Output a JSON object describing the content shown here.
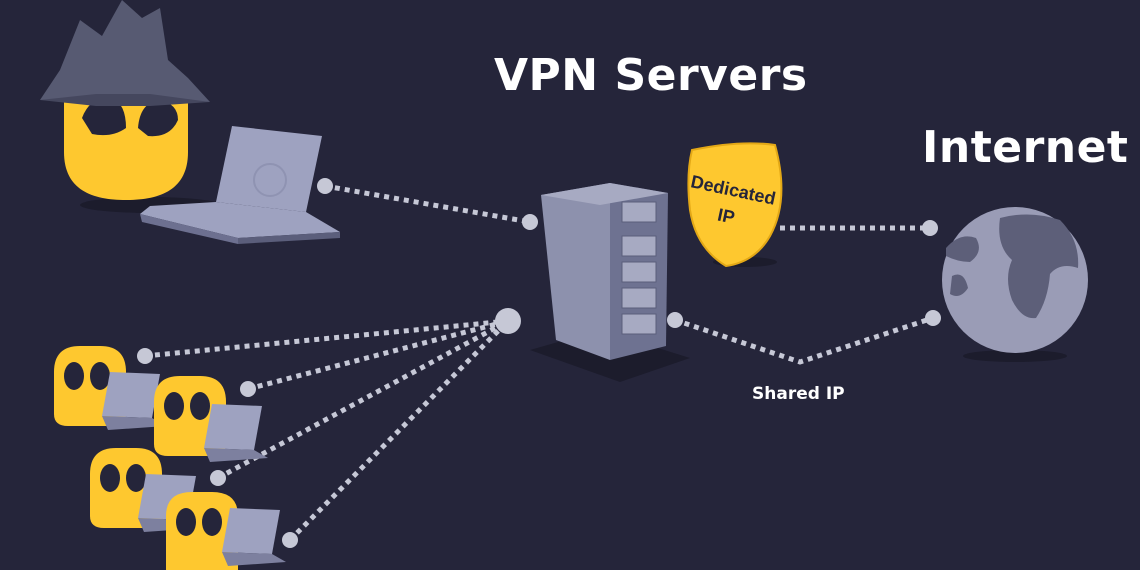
{
  "labels": {
    "vpn_servers": "VPN Servers",
    "internet": "Internet",
    "shared_ip": "Shared IP",
    "dedicated_line1": "Dedicated",
    "dedicated_line2": "IP"
  },
  "colors": {
    "background": "#25253a",
    "ghost_yellow": "#fec82f",
    "laptop": "#9ea2c0",
    "laptop_dark": "#6d7090",
    "server": "#7b7f9e",
    "globe_ocean": "#9a9cb6",
    "globe_land": "#5d5f79",
    "hat": "#575a72",
    "dots": "#c6c8d6"
  },
  "icons": [
    "hacker-ghost-icon",
    "laptop-icon",
    "server-icon",
    "shield-icon",
    "globe-icon",
    "ghost-user-icon"
  ]
}
